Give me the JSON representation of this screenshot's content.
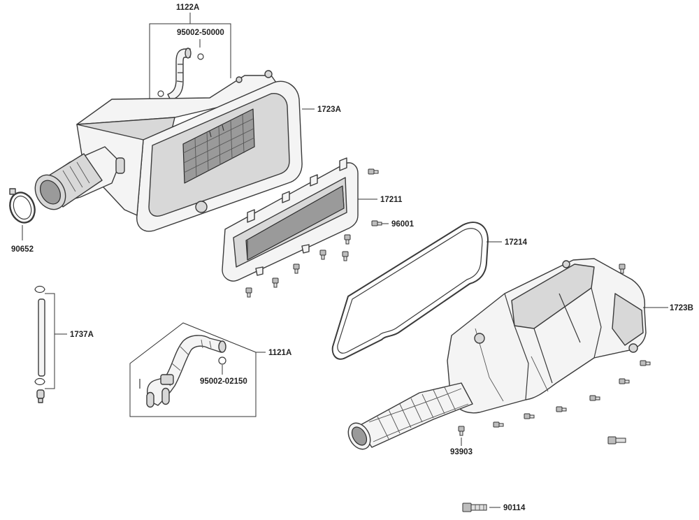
{
  "labels": {
    "p1122A": "1122A",
    "p95002_50000": "95002-50000",
    "p1723A": "1723A",
    "p17211": "17211",
    "p96001": "96001",
    "p17214": "17214",
    "p90652": "90652",
    "p1723B": "1723B",
    "p1737A": "1737A",
    "p1121A": "1121A",
    "p95002_02150": "95002-02150",
    "p93903": "93903",
    "p90114": "90114"
  }
}
